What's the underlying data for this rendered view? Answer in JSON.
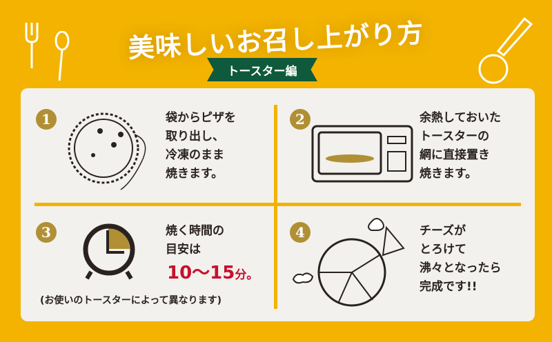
{
  "title": "美味しいお召し上がり方",
  "subtitle": "トースター編",
  "colors": {
    "background": "#f3b300",
    "ribbon": "#0f5a3c",
    "number_badge": "#b08f35",
    "highlight": "#c8102e"
  },
  "steps": [
    {
      "number": "1",
      "lines": [
        "袋からピザを",
        "取り出し、",
        "冷凍のまま",
        "焼きます。"
      ],
      "icon": "frozen-pizza-icon"
    },
    {
      "number": "2",
      "lines": [
        "余熱しておいた",
        "トースターの",
        "網に直接置き",
        "焼きます。"
      ],
      "icon": "toaster-oven-icon"
    },
    {
      "number": "3",
      "lines": [
        "焼く時間の",
        "目安は"
      ],
      "time": "10〜15",
      "time_unit": "分",
      "time_suffix": "。",
      "note": "(お使いのトースターによって異なります)",
      "icon": "clock-icon"
    },
    {
      "number": "4",
      "lines": [
        "チーズが",
        "とろけて",
        "沸々となったら",
        "完成です!!"
      ],
      "icon": "sliced-pizza-icon"
    }
  ]
}
